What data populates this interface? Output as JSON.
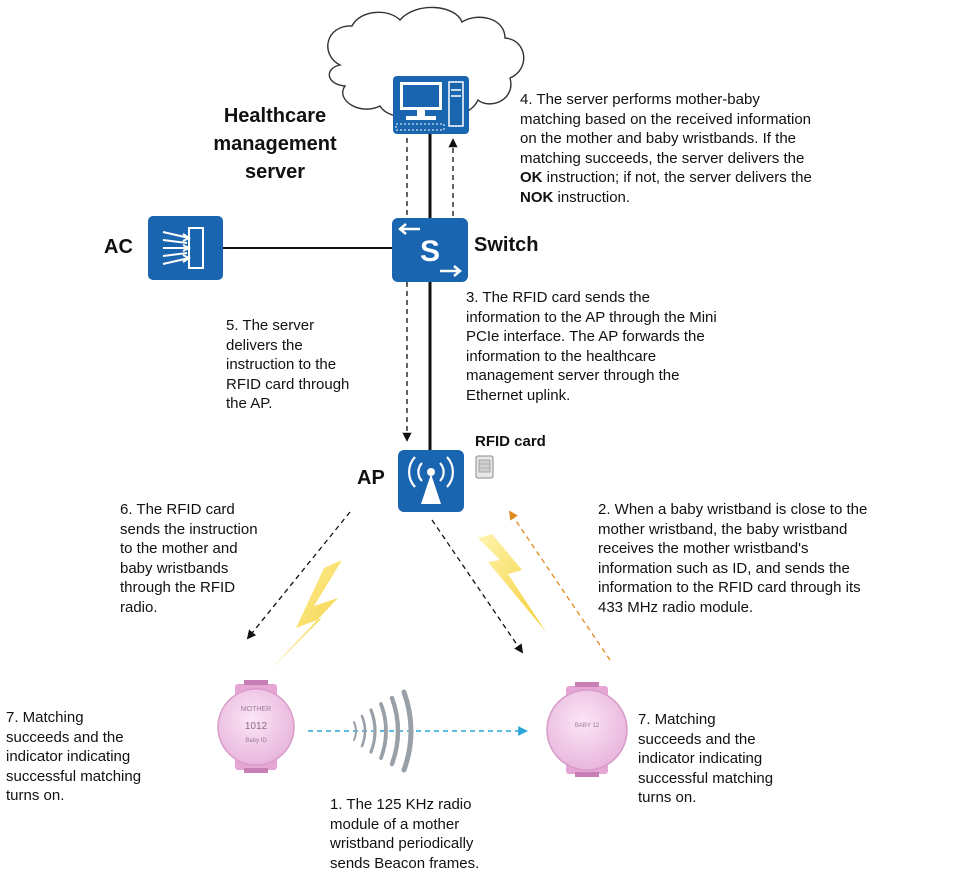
{
  "labels": {
    "server": "Healthcare\nmanagement\nserver",
    "ac": "AC",
    "switch": "Switch",
    "ap": "AP",
    "rfid_card": "RFID card"
  },
  "steps": {
    "step1": "1. The 125 KHz radio\nmodule of a mother\nwristband periodically\nsends Beacon frames.",
    "step2": "2. When a baby wristband is close to the\nmother wristband, the baby wristband\nreceives the mother wristband's\ninformation such as ID, and sends the\ninformation to the RFID card through its\n433 MHz radio module.",
    "step3": "3. The RFID card sends the\ninformation to the AP through the Mini\nPCIe interface. The AP forwards the\ninformation to the healthcare\nmanagement server through the\nEthernet uplink.",
    "step4": {
      "p1": "4. The server performs mother-baby\nmatching based on the received information\non the mother and baby wristbands. If the\nmatching succeeds, the server delivers the\n",
      "ok": "OK",
      "p2": " instruction; if not, the server delivers the\n",
      "nok": "NOK",
      "p3": " instruction."
    },
    "step5": "5. The server\ndelivers the\ninstruction to the\nRFID card through\nthe AP.",
    "step6": "6. The RFID card\nsends the instruction\nto the mother and\nbaby wristbands\nthrough the RFID\nradio.",
    "step7_left": "7. Matching\nsucceeds and the\nindicator indicating\nsuccessful matching\nturns on.",
    "step7_right": "7. Matching\nsucceeds and the\nindicator indicating\nsuccessful matching\nturns on."
  },
  "wristband": {
    "mother_text": [
      "MOTHER",
      "1012",
      "Baby ID"
    ],
    "baby_text": [
      "BABY 12"
    ]
  },
  "colors": {
    "device_blue": "#1a65b0",
    "beacon_arrow": "#2ba6d9",
    "report_arrow": "#e08a1e",
    "lightning": "#f5d234",
    "wristband_pink": "#f0c8e8"
  },
  "icons": [
    "cloud-icon",
    "server-computer-icon",
    "ac-icon",
    "switch-icon",
    "ap-wireless-icon",
    "rfid-card-icon",
    "lightning-icon",
    "radio-wave-icon",
    "wristband-icon"
  ]
}
